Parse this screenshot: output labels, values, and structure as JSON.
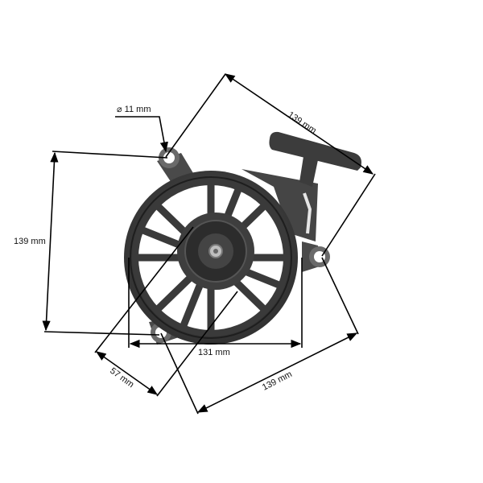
{
  "diagram": {
    "subject": "recoil starter assembly with T-handle pull grip",
    "colors": {
      "body": "#3a3a3a",
      "body_light": "#5a5a5a",
      "lines": "#000000",
      "rope": "#e8e8e8",
      "background": "#ffffff"
    },
    "dimensions": {
      "hole_diameter": "⌀ 11 mm",
      "diagonal_top": "139 mm",
      "height_left": "139 mm",
      "width_bottom": "131 mm",
      "center_offset": "57 mm",
      "diagonal_bottom": "139 mm"
    }
  }
}
